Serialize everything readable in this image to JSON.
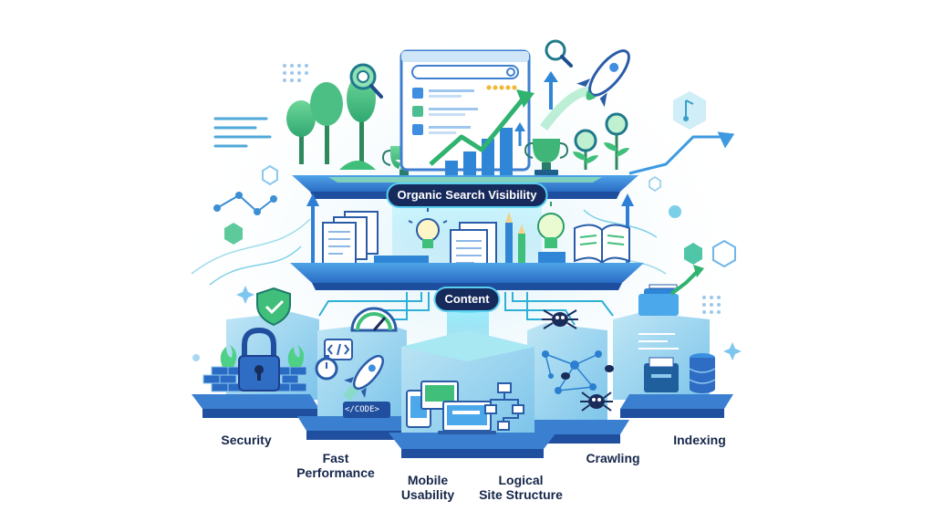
{
  "title": "",
  "top_tier": {
    "label": "Organic Search Visibility"
  },
  "middle_tier": {
    "label": "Content"
  },
  "pillars": [
    {
      "id": "security",
      "label": "Security"
    },
    {
      "id": "fast-performance",
      "label": "Fast\nPerformance"
    },
    {
      "id": "mobile-usability",
      "label": "Mobile\nUsability"
    },
    {
      "id": "logical-site-structure",
      "label": "Logical\nSite Structure"
    },
    {
      "id": "crawling",
      "label": "Crawling"
    },
    {
      "id": "indexing",
      "label": "Indexing"
    }
  ],
  "code_tag": "</CODE>",
  "icons": [
    "magnifier-icon",
    "rocket-icon",
    "trophy-icon",
    "tree-icon",
    "document-icon",
    "lightbulb-icon",
    "book-icon",
    "pencil-icon",
    "shield-check-icon",
    "padlock-icon",
    "speedometer-icon",
    "spider-icon",
    "folder-icon",
    "database-icon",
    "sitemap-icon",
    "tablet-icon",
    "laptop-icon",
    "arrow-up-icon",
    "browser-window-icon",
    "star-rating-icon"
  ],
  "colors": {
    "navy": "#172a5c",
    "blue": "#2f7fd6",
    "teal": "#26b3c9",
    "green": "#3fbf7a",
    "light": "#e6f3fb"
  }
}
